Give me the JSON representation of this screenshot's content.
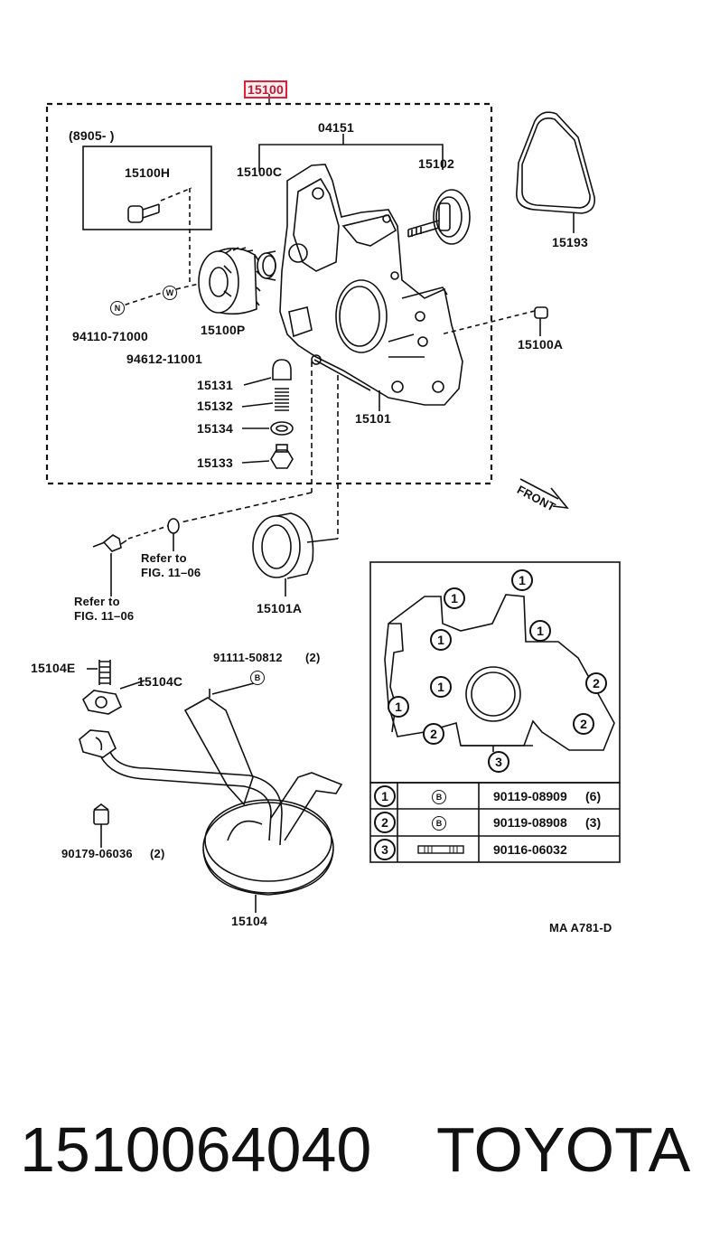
{
  "diagram": {
    "assembly_label": "15100",
    "date_note": "(8905-       )",
    "labels": {
      "l04151": "04151",
      "l15100H": "15100H",
      "l15100C": "15100C",
      "l15102": "15102",
      "l15193": "15193",
      "l94110": "94110-71000",
      "l94612": "94612-11001",
      "l15100P": "15100P",
      "l15100A": "15100A",
      "l15131": "15131",
      "l15132": "15132",
      "l15134": "15134",
      "l15133": "15133",
      "l15101": "15101",
      "lFront": "FRONT",
      "lRefer1a": "Refer to",
      "lRefer1b": "FIG. 11–06",
      "lRefer2a": "Refer to",
      "lRefer2b": "FIG. 11–06",
      "l15101A": "15101A",
      "l15104E": "15104E",
      "l15104C": "15104C",
      "l91111": "91111-50812",
      "l91111qty": "(2)",
      "l90179": "90179-06036",
      "l90179qty": "(2)",
      "l15104": "15104",
      "lRef": "MA A781-D"
    },
    "markers": {
      "n": "N",
      "w": "W",
      "b": "B"
    },
    "bolt_numbers": [
      "1",
      "2",
      "3"
    ],
    "table": [
      {
        "num": "1",
        "type": "B",
        "part": "90119-08909",
        "qty": "(6)"
      },
      {
        "num": "2",
        "type": "B",
        "part": "90119-08908",
        "qty": "(3)"
      },
      {
        "num": "3",
        "type": "stud",
        "part": "90116-06032",
        "qty": ""
      }
    ]
  },
  "footer": {
    "part_number": "1510064040",
    "brand": "TOYOTA"
  }
}
